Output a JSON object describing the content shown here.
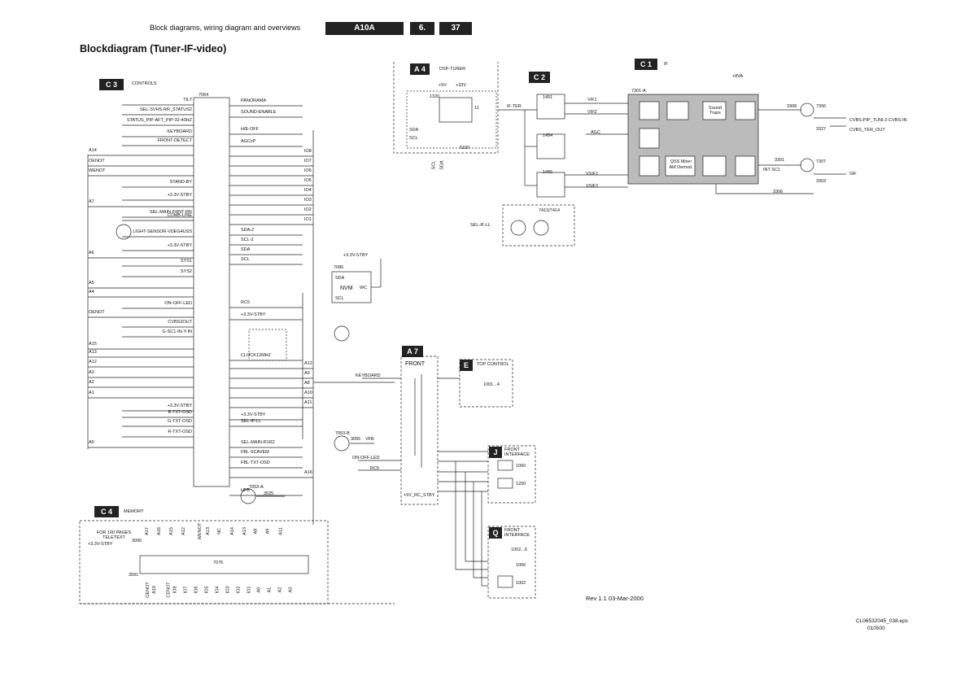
{
  "header": {
    "section_title": "Block diagrams, wiring diagram and overviews",
    "model": "A10A",
    "chapter": "6.",
    "page": "37"
  },
  "title": "Blockdiagram (Tuner-IF-video)",
  "blocks": {
    "c3": {
      "tag": "C 3",
      "name": "CONTROLS"
    },
    "c4": {
      "tag": "C 4",
      "name": "MEMORY"
    },
    "a4": {
      "tag": "A 4",
      "name": "DSP-TUNER"
    },
    "c2": {
      "tag": "C 2"
    },
    "c1": {
      "tag": "C 1",
      "name": "IF"
    },
    "a7": {
      "tag": "A 7",
      "name": "FRONT"
    },
    "e": {
      "tag": "E",
      "name": "TOP CONTROL"
    },
    "j": {
      "tag": "J",
      "name": "FRONT INTERFACE"
    },
    "q": {
      "tag": "Q",
      "name": "FRONT INTERFACE"
    }
  },
  "controls_left_signals": [
    "TILT",
    "SEL-SVHS-RR_STATUS2",
    "STATUS_PIP-AFT_PIP-32-40HZ",
    "KEYBOARD",
    "FRONT-DETECT",
    "STAND-BY",
    "+3.3V-STBY",
    "SEL-MAIN-FRNT-RR",
    "COMB-LINE",
    "LIGHT-SENSOR-VDEG4USS",
    "+3.3V-STBY",
    "SYS1",
    "SYS2",
    "ON-OFF-LED",
    "CVBS2OUT",
    "G-SC1-IN-Y-IN",
    "+3.3V-STBY",
    "B-TXT-OSD",
    "G-TXT-OSD",
    "R-TXT-OSD"
  ],
  "controls_right_signals": [
    "PANORAMA",
    "SOUND-ENABLE",
    "H/E-OFF",
    "AGCxP",
    "SDA-2",
    "SCL-2",
    "SDA",
    "SCL",
    "RC5",
    "+3.3V-STBY",
    "CLOCK12MHZ",
    "+3.3V-STBY",
    "SEL-IF-LL",
    "SEL-MAIN-R1R2",
    "FBL-SCAVEM",
    "FBL-TXT-OSD",
    "HFB"
  ],
  "left_bus": [
    "A14",
    "OENOT",
    "WENOT",
    "A7",
    "A6",
    "A5",
    "A4",
    "OENOT",
    "A15",
    "A13",
    "A12",
    "A3",
    "A2",
    "A1",
    "A0"
  ],
  "io_lines": [
    "IO8",
    "IO7",
    "IO6",
    "IO5",
    "IO4",
    "IO3",
    "IO2",
    "IO1"
  ],
  "addr_right": [
    "A12",
    "A9",
    "A8",
    "A10",
    "A11",
    "A16"
  ],
  "ic_7064": "7064",
  "nvm": {
    "ref": "7086",
    "name": "NVM",
    "sda": "SDA",
    "scl": "SCL",
    "wc": "WC",
    "supply": "+3.3V-STBY"
  },
  "memory": {
    "note": "FOR 100 PAGES TELETEXT",
    "supply": "+3.3V-STBY",
    "ic": "7076",
    "r1": "3090",
    "r2": "3091",
    "top_pins": [
      "A17",
      "A16",
      "A15",
      "A12",
      "WENOT",
      "A13",
      "NC",
      "A14",
      "A13",
      "A8",
      "A9",
      "A11"
    ],
    "bottom_pins": [
      "OENOT",
      "A10",
      "CENOT",
      "IO8",
      "IO7",
      "IO6",
      "IO5",
      "IO4",
      "IO3",
      "IO2",
      "IO1",
      "A0",
      "A1",
      "A2",
      "A3"
    ]
  },
  "tuner": {
    "v1": "+5V",
    "v2": "+33V",
    "comp": "1320",
    "sda": "SDA",
    "scl": "SCL",
    "out": "IF-TER",
    "pin": "11",
    "bottom": "5320",
    "bottom_pins": [
      "SCL",
      "SDA"
    ]
  },
  "c2_filters": [
    "1451",
    "1454",
    "1455"
  ],
  "c2_signals": [
    "VIF1",
    "VIF2",
    "AGC",
    "VSIF1",
    "VSIF2",
    "SEL-IF-LL",
    "7413/7414"
  ],
  "c1": {
    "ic": "7301-A",
    "supply": "+8VA",
    "sound_trap": "Sound Traps",
    "qss": "QSS Mixer AM Demod.",
    "out1": "CVBS-PIP_TUNI-2-CVBS-IN",
    "out2": "CVBS_TER_OUT",
    "out3": "SIF",
    "int_sc1": "INT SC1",
    "transistors": [
      "7306",
      "7307"
    ],
    "resistors": [
      "3306",
      "3327",
      "3301",
      "3303",
      "3308"
    ]
  },
  "front": {
    "keyboard": "KEYBOARD",
    "on_off_led": "ON-OFF-LED",
    "rc5": "RC5",
    "stby": "+5V_RC_STBY",
    "vfb": "VFB",
    "t1": "7053-B",
    "t2": "7053-A",
    "r1": "3055",
    "r2": "3025"
  },
  "top_control": {
    "switch": "1001...4"
  },
  "front_if_j": {
    "parts": [
      "1000",
      "1200"
    ]
  },
  "front_if_q": {
    "parts": [
      "1002...6",
      "1006",
      "1002"
    ]
  },
  "revision": "Rev 1.1 03-Mar-2000",
  "file_id": "CL06532045_038.eps",
  "file_date": "010500"
}
